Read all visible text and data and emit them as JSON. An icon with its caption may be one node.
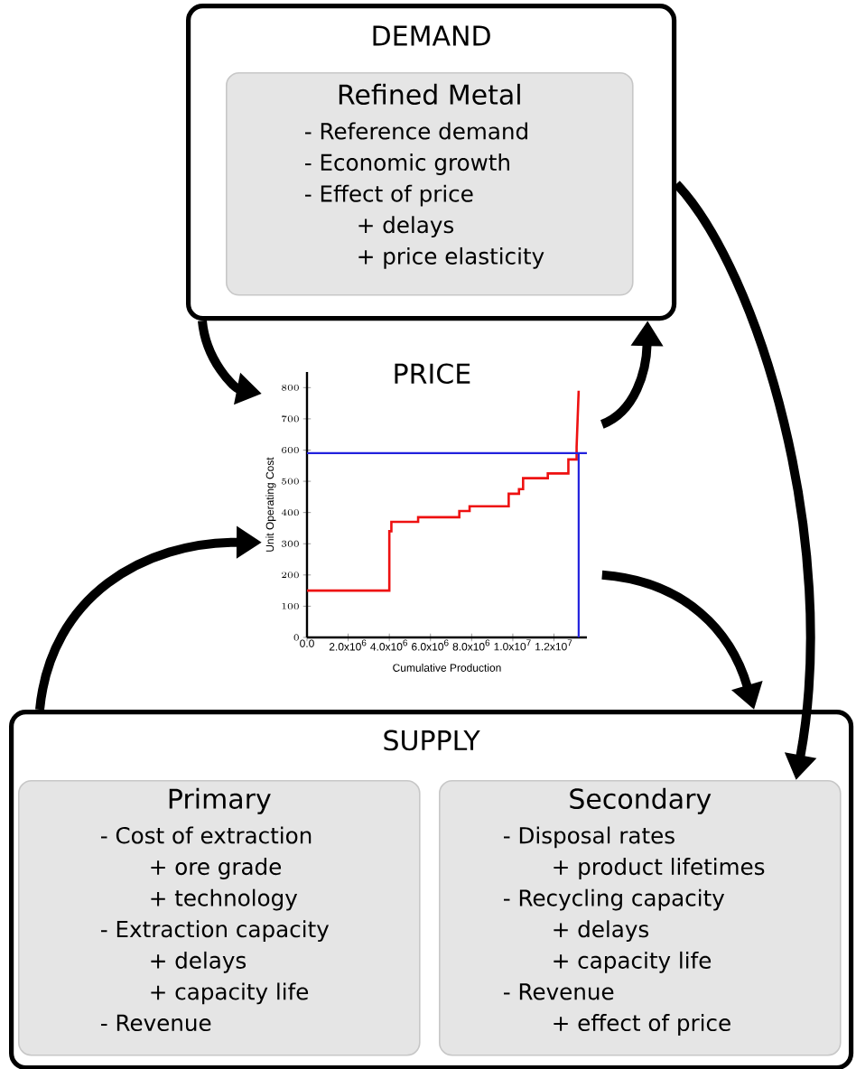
{
  "diagram": {
    "nodes": [
      {
        "text": [
          "DEMAND"
        ]
      },
      {
        "text": [
          "Refined Metal",
          "- Reference demand",
          "- Economic growth",
          "- Effect of price",
          "+ delays",
          "+ price elasticity"
        ],
        "in": 0
      },
      {
        "text": [
          "PRICE"
        ]
      },
      {
        "text": [
          "SUPPLY"
        ]
      },
      {
        "text": [
          "Primary",
          "- Cost of extraction",
          "+ ore grade",
          "+ technology",
          "- Extraction capacity",
          "+ delays",
          "+ capacity life",
          "- Revenue"
        ],
        "in": 3
      },
      {
        "text": [
          "Secondary",
          "- Disposal rates",
          "+ product lifetimes",
          "- Recycling capacity",
          "+ delays",
          "+ capacity life",
          "- Revenue",
          "+ effect of price"
        ],
        "in": 3
      }
    ],
    "edges": [
      {
        "from": 0,
        "to": 2,
        "arrow": "to"
      },
      {
        "from": 2,
        "to": 0,
        "arrow": "to"
      },
      {
        "from": 0,
        "to": 5,
        "arrow": "to"
      },
      {
        "from": 2,
        "to": 3,
        "arrow": "to"
      },
      {
        "from": 3,
        "to": 2,
        "arrow": "to"
      }
    ],
    "chart_data": {
      "type": "line",
      "xlabel": "Cumulative Production",
      "ylabel": "Unit Operating Cost",
      "x": [
        0,
        4000000,
        4000000,
        4100000,
        4100000,
        5400000,
        5400000,
        7400000,
        7400000,
        7900000,
        7900000,
        9800000,
        9800000,
        10300000,
        10300000,
        10500000,
        10500000,
        11700000,
        11700000,
        12700000,
        12700000,
        13100000,
        13100000,
        13200000
      ],
      "series": [
        {
          "color": "#ee1111",
          "values": [
            150,
            150,
            340,
            340,
            370,
            370,
            385,
            385,
            405,
            405,
            420,
            420,
            460,
            460,
            475,
            475,
            510,
            510,
            525,
            525,
            570,
            570,
            610,
            790
          ]
        }
      ],
      "xlim": [
        0,
        13600000
      ],
      "ylim": [
        0,
        850
      ],
      "xticks": [
        {
          "value": 0,
          "label": "0.0"
        },
        {
          "value": 2000000,
          "label": "2.0x10$^{6}$"
        },
        {
          "value": 4000000,
          "label": "4.0x10$^{6}$"
        },
        {
          "value": 6000000,
          "label": "6.0x10$^{6}$"
        },
        {
          "value": 8000000,
          "label": "8.0x10$^{6}$"
        },
        {
          "value": 10000000,
          "label": "1.0x10$^{7}$"
        },
        {
          "value": 12000000,
          "label": "1.2x10$^{7}$"
        }
      ],
      "yticks": [
        0,
        100,
        200,
        300,
        400,
        500,
        600,
        700,
        800
      ],
      "ref_lines": [
        {
          "axis": "y",
          "value": 590,
          "color": "#2222dd"
        },
        {
          "axis": "x",
          "value": 13200000,
          "color": "#2222dd"
        }
      ]
    }
  }
}
